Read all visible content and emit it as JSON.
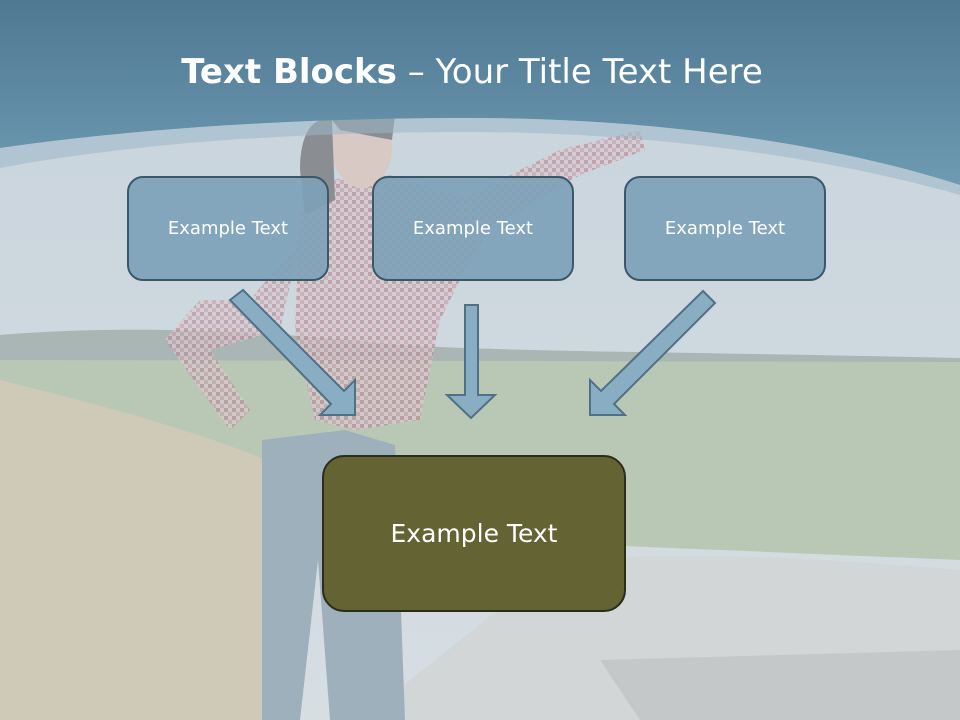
{
  "title": {
    "bold": "Text Blocks",
    "separator": " – ",
    "rest": "Your Title Text Here"
  },
  "boxes": {
    "left": "Example Text",
    "center": "Example Text",
    "right": "Example Text",
    "bottom": "Example Text"
  },
  "colors": {
    "header_band": "#5f8aa3",
    "box_fill": "#7ca1b8",
    "box_border": "#3a5868",
    "bottom_box_fill": "#646334",
    "arrow_fill": "#89aec4"
  }
}
